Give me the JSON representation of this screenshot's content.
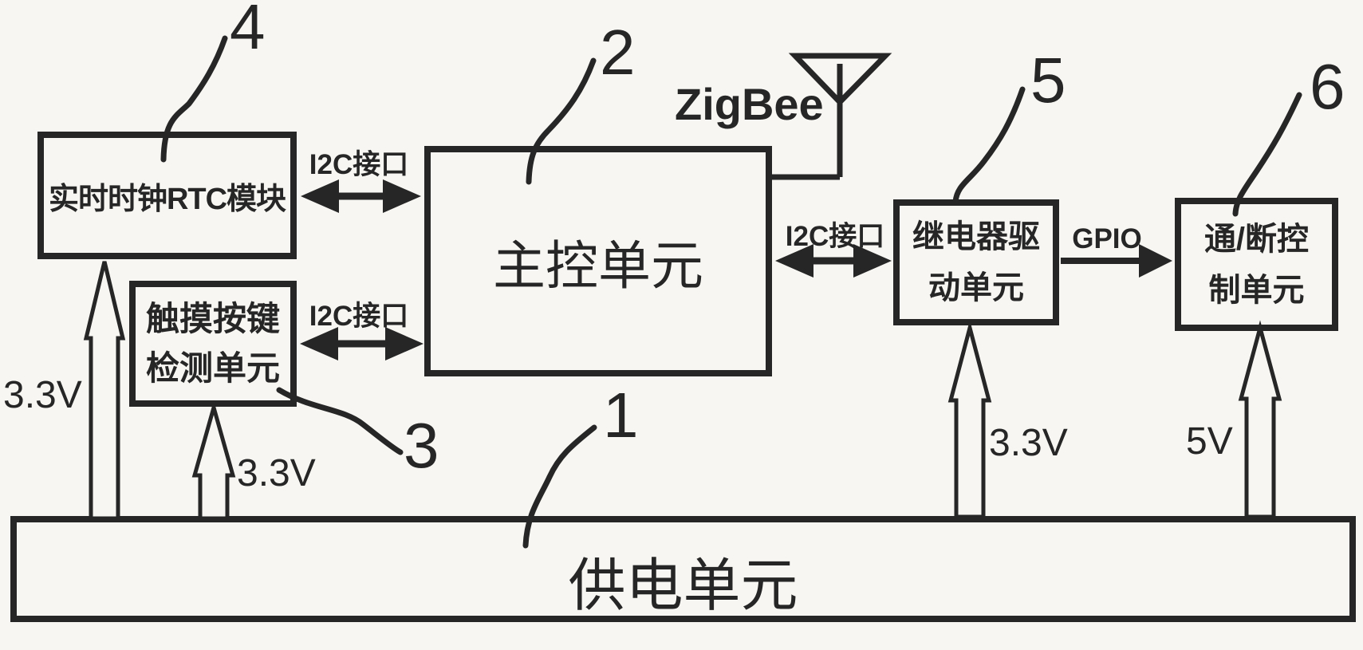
{
  "boxes": {
    "rtc": {
      "label": "实时时钟RTC模块",
      "ref_number": "4"
    },
    "touch": {
      "line1": "触摸按键",
      "line2": "检测单元",
      "ref_number": "3"
    },
    "main": {
      "label": "主控单元",
      "ref_number": "2"
    },
    "relay": {
      "line1": "继电器驱",
      "line2": "动单元",
      "ref_number": "5"
    },
    "onoff": {
      "line1": "通/断控",
      "line2": "制单元",
      "ref_number": "6"
    },
    "power": {
      "label": "供电单元",
      "ref_number": "1"
    }
  },
  "buses": {
    "rtc_i2c": "I2C接口",
    "touch_i2c": "I2C接口",
    "relay_i2c": "I2C接口",
    "gpio": "GPIO"
  },
  "wireless": {
    "protocol": "ZigBee"
  },
  "power_rails": {
    "rtc": "3.3V",
    "touch": "3.3V",
    "relay": "3.3V",
    "onoff": "5V"
  },
  "colors": {
    "ink": "#262626",
    "paper": "#f7f6f3"
  }
}
